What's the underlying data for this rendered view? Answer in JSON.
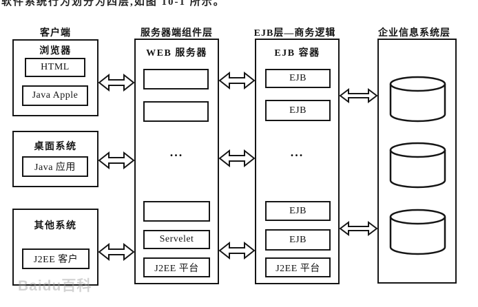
{
  "caption": "软件系统行为划分为四层,如图 10-1 所示。",
  "watermark": "Baidu百科",
  "columns": {
    "client": {
      "header": "客户端",
      "groups": [
        {
          "title": "浏览器",
          "items": [
            "HTML",
            "Java Apple"
          ]
        },
        {
          "title": "桌面系统",
          "items": [
            "Java 应用"
          ]
        },
        {
          "title": "其他系统",
          "items": [
            "J2EE 客户"
          ]
        }
      ]
    },
    "web": {
      "header": "服务器端组件层",
      "title": "WEB 服务器",
      "slot1": "",
      "slot2": "",
      "dots": "...",
      "slot3": "",
      "servlet": "Servelet",
      "platform": "J2EE 平台"
    },
    "ejb": {
      "header": "EJB层—商务逻辑",
      "title": "EJB 容器",
      "ejb1": "EJB",
      "ejb2": "EJB",
      "dots": "...",
      "ejb3": "EJB",
      "ejb4": "EJB",
      "platform": "J2EE 平台"
    },
    "eis": {
      "header": "企业信息系统层",
      "databases": [
        "database",
        "database",
        "database"
      ]
    }
  }
}
